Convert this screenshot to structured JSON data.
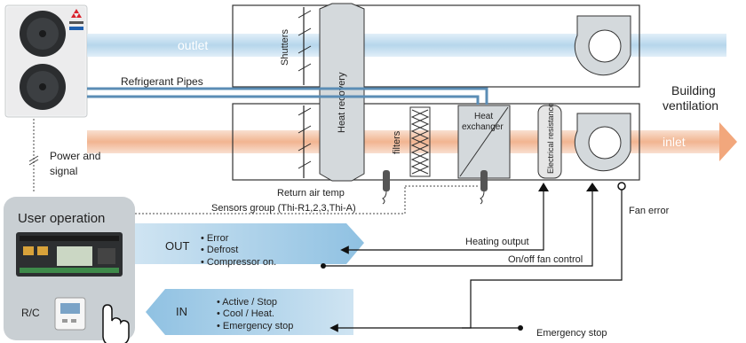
{
  "outdoor_unit": {
    "brand_mark": "MITSUBISHI"
  },
  "labels": {
    "outlet": "outlet",
    "inlet": "inlet",
    "shutters": "Shutters",
    "heat_recovery": "Heat recovery",
    "filters": "filters",
    "heat_exchanger_line1": "Heat",
    "heat_exchanger_line2": "exchanger",
    "electrical_resistance": "Electrical resistance",
    "refrigerant_pipes": "Refrigerant Pipes",
    "building_ventilation_line1": "Building",
    "building_ventilation_line2": "ventilation",
    "power_signal_line1": "Power and",
    "power_signal_line2": "signal",
    "return_air_temp": "Return air temp",
    "sensors_group": "Sensors group (Thi-R1,2,3,Thi-A)",
    "fan_error": "Fan error",
    "heating_output": "Heating output",
    "onoff_fan_control": "On/off fan control",
    "emergency_stop": "Emergency stop"
  },
  "user_panel": {
    "title": "User operation",
    "rc_label": "R/C"
  },
  "out_block": {
    "label": "OUT",
    "items": [
      "• Error",
      "• Defrost",
      "• Compressor on."
    ]
  },
  "in_block": {
    "label": "IN",
    "items": [
      "• Active / Stop",
      "• Cool / Heat.",
      "• Emergency stop"
    ]
  },
  "colors": {
    "outlet_stream": "#a9cfe8",
    "inlet_stream": "#f2b28c",
    "arrow_blue": "#a7cde6",
    "panel_grey": "#c9cfd3",
    "heat_recovery_fill": "#d4d9dc"
  }
}
